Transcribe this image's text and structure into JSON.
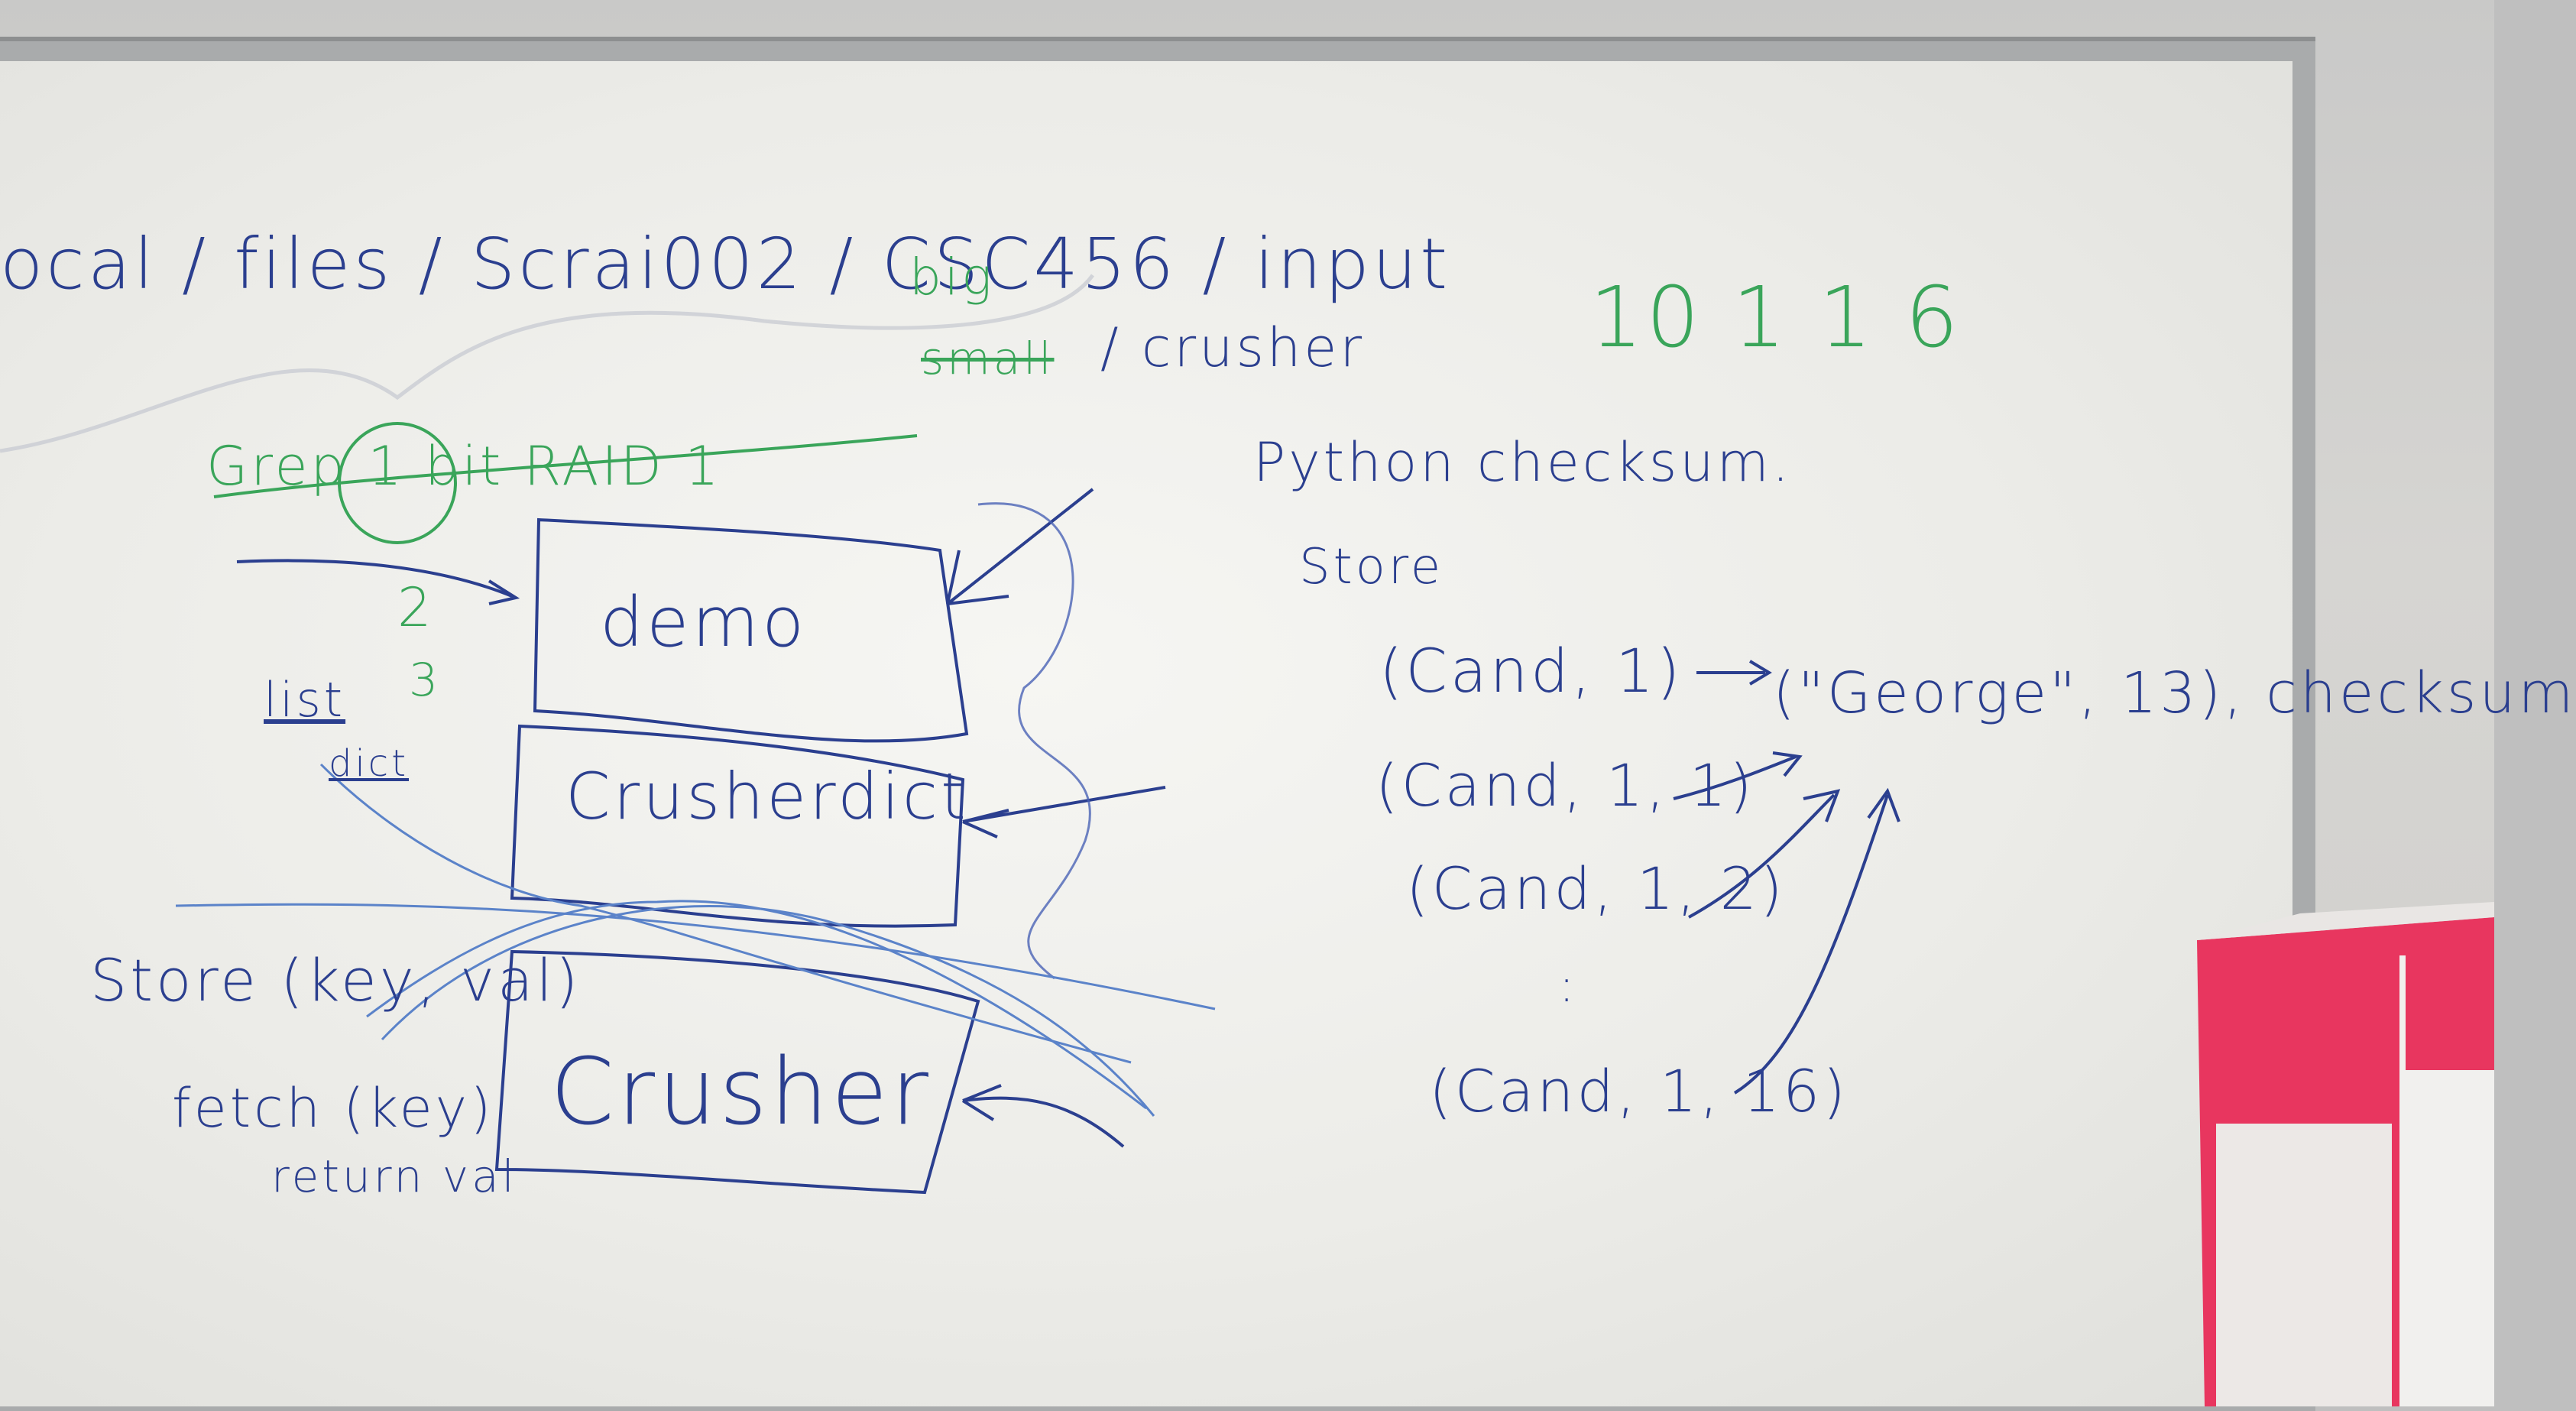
{
  "board": {
    "path_main": "ocal / files / Scrai002 / CSC456 / input",
    "path_alt": "/ crusher",
    "path_big": "big",
    "path_small": "small",
    "number_green": "10 1 1 6",
    "raid_line": "Grep  1 bit  RAID 1",
    "numbers_left": [
      "2",
      "3"
    ],
    "label_list": "list",
    "label_dict": "dict",
    "box_demo": "demo",
    "box_crusherdict": "Crusherdict",
    "box_crusher": "Crusher",
    "store_call": "Store (key, val)",
    "fetch_call": "fetch (key)",
    "return_val": "return val",
    "python_checksum": "Python checksum.",
    "store_heading": "Store",
    "tuple_1": "(Cand, 1)",
    "target_tuple": "(\"George\", 13), checksum",
    "tuple_2": "(Cand, 1, 1)",
    "tuple_3": "(Cand, 1, 2)",
    "ellipsis": ":",
    "tuple_4": "(Cand, 1, 16)"
  },
  "colors": {
    "marker_blue": "#2b3f8f",
    "marker_green": "#3aa55a",
    "box_red": "#e8365f"
  }
}
